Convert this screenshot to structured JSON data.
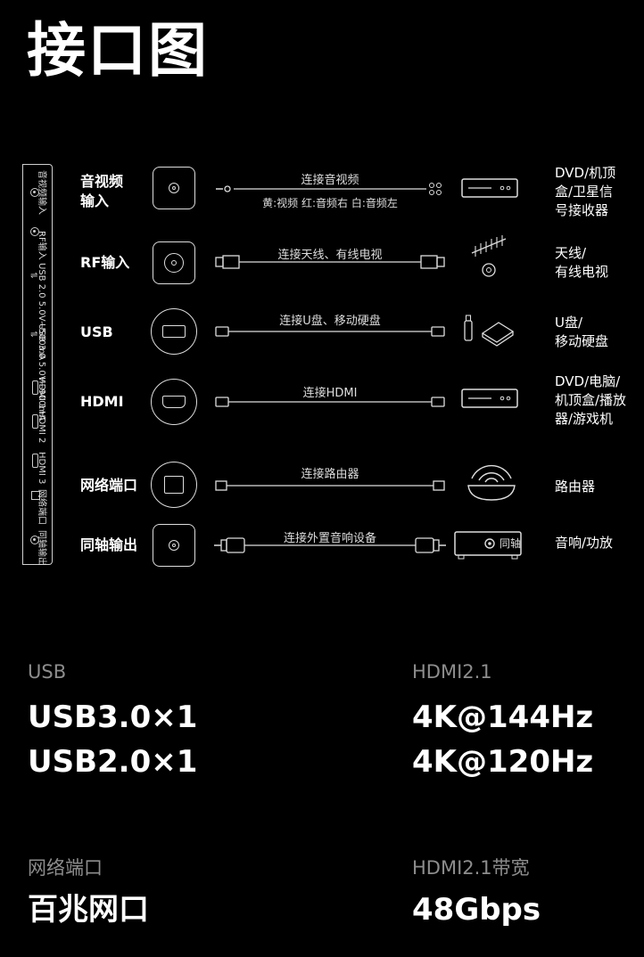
{
  "title": "接口图",
  "panel_labels": [
    "音视频输入",
    "RF输入",
    "USB 2.0 5.0V⎓500mA",
    "USB 3.0 5.0V⎓900mA",
    "HDMI 1",
    "HDMI 2",
    "HDMI 3",
    "网络端口",
    "同轴输出"
  ],
  "rows": [
    {
      "label": "音视频\n输入",
      "cable_text": "连接音视频",
      "cable_sub": "黄:视频  红:音频右  白:音频左",
      "dest": "DVD/机顶\n盒/卫星信\n号接收器",
      "dest_icon": "set-top-box-icon"
    },
    {
      "label": "RF输入",
      "cable_text": "连接天线、有线电视",
      "dest": "天线/\n有线电视",
      "dest_icon": "antenna-icon"
    },
    {
      "label": "USB",
      "cable_text": "连接U盘、移动硬盘",
      "dest": "U盘/\n移动硬盘",
      "dest_icon": "usb-drive-icon"
    },
    {
      "label": "HDMI",
      "cable_text": "连接HDMI",
      "dest": "DVD/电脑/\n机顶盒/播放\n器/游戏机",
      "dest_icon": "player-box-icon"
    },
    {
      "label": "网络端口",
      "cable_text": "连接路由器",
      "dest": "路由器",
      "dest_icon": "router-icon"
    },
    {
      "label": "同轴输出",
      "cable_text": "连接外置音响设备",
      "dest": "音响/功放",
      "dest_icon": "amplifier-icon",
      "dest_device_label": "同轴"
    }
  ],
  "specs": [
    {
      "label": "USB",
      "value": "USB3.0×1\nUSB2.0×1"
    },
    {
      "label": "HDMI2.1",
      "value": "4K@144Hz\n4K@120Hz"
    },
    {
      "label": "网络端口",
      "value": "百兆网口"
    },
    {
      "label": "HDMI2.1带宽",
      "value": "48Gbps"
    }
  ]
}
